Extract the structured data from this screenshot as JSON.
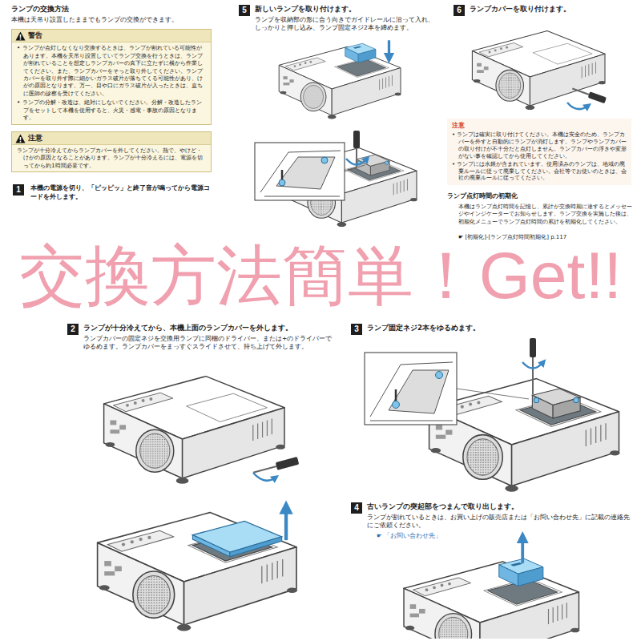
{
  "diagram": {
    "title": "ランプの交換方法",
    "nodes": [
      {
        "text": [
          "警告",
          "• ランプが点灯しなくなり交換するときは、ランプが割れている可能性があります。本機を天吊り設置していてランプ交換を行うときは、ランプが割れていることを想定しランプカバーの真下に立たずに横から作業してください。また、ランプカバーをそっと取り外してください。ランプカバーを取り外す際に細かいガラス破片が落ちてくる可能性があり、けがの原因となります。万一、目や口にガラス破片が入ったときは、直ちに医師の診察を受けてください。",
          "• ランプの分解・改造は、絶対にしないでください。分解・改造したランプをセットして本機を使用すると、火災・感電・事故の原因となります。"
        ]
      },
      {
        "text": [
          "注意",
          "ランプが十分冷えてからランプカバーを外してください。熱で、やけど・けがの原因となることがあります。ランプが十分冷えるには、電源を切ってから約1時間必要です。"
        ]
      },
      {
        "text": [
          "1"
        ]
      },
      {
        "text": [
          "5"
        ]
      },
      {
        "text": [
          "6"
        ]
      },
      {
        "text": [
          "注意",
          "• ランプは確実に取り付けてください。本機は安全のため、ランプカバーを外すと自動的にランプが消灯します。ランプやランプカバーの取り付けが不十分だと点灯しません。ランプカバーの浮きや変形がない事を確認してから使用してください。",
          "• ランプには水銀が含まれています。使用済みのランプは、地域の廃棄ルールに従って廃棄してください。会社等でお使いのときは、会社の廃棄ルールに従ってください。"
        ]
      },
      {
        "text": [
          "2"
        ]
      },
      {
        "text": [
          "3"
        ]
      },
      {
        "text": [
          "4"
        ]
      }
    ],
    "labels": [
      "本機は天吊り設置したままでもランプの交換ができます。",
      "本機の電源を切り、「ピッピッ」と終了音が鳴ってから電源コードを外します。",
      "新しいランプを取り付けます。",
      "ランプを収納部の形に合う向きでガイドレールに沿って入れ、しっかりと押し込み、ランプ固定ネジ2本を締めます。",
      "ランプカバーを取り付けます。",
      "ランプ点灯時間の初期化",
      "本機はランプ点灯時間を記憶し、累計が交換時期に達するとメッセージやインジケーターでお知らせします。ランプ交換を実施した後は、初期化メニューでランプ点灯時間の累計を初期化してください。",
      "☛ [初期化]-[ランプ点灯時間初期化] p.117",
      "交換方法簡単！Get!!",
      "ランプが十分冷えてから、本機上面のランプカバーを外します。",
      "ランプカバーの固定ネジを交換用ランプに同梱のドライバー、または+のドライバーでゆるめます。ランプカバーをまっすぐスライドさせて、持ち上げて外します。",
      "ランプ固定ネジ2本をゆるめます。",
      "古いランプの突起部をつまんで取り出します。",
      "ランプが割れているときは、お買い上げの販売店または「お問い合わせ先」に記載の連絡先にご依頼ください。",
      "☛ 「お問い合わせ先」"
    ]
  }
}
